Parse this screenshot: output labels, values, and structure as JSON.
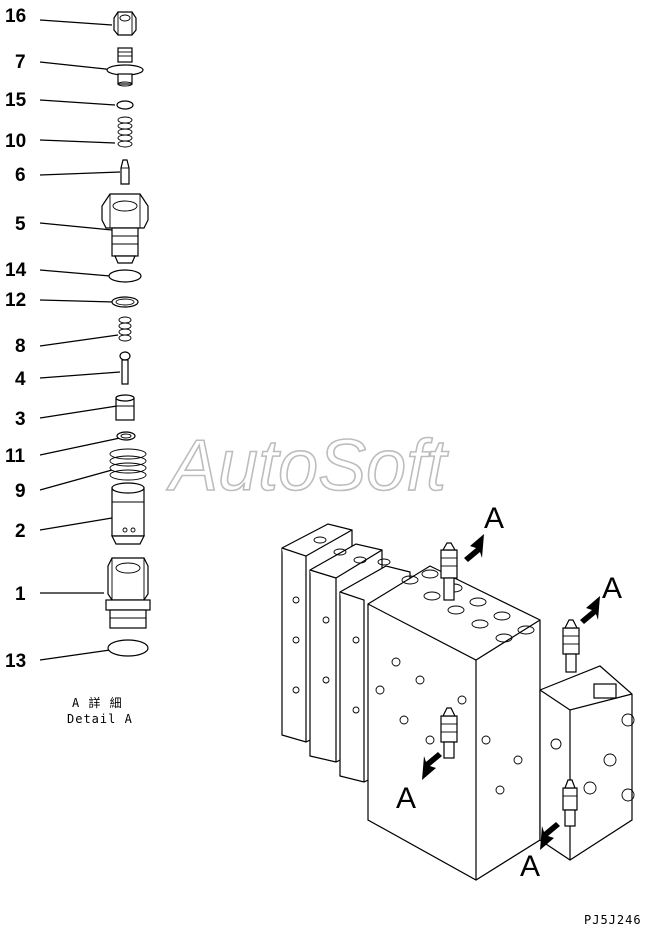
{
  "parts": [
    {
      "id": "16",
      "label": "16"
    },
    {
      "id": "7",
      "label": "7"
    },
    {
      "id": "15",
      "label": "15"
    },
    {
      "id": "10",
      "label": "10"
    },
    {
      "id": "6",
      "label": "6"
    },
    {
      "id": "5",
      "label": "5"
    },
    {
      "id": "14",
      "label": "14"
    },
    {
      "id": "12",
      "label": "12"
    },
    {
      "id": "8",
      "label": "8"
    },
    {
      "id": "4",
      "label": "4"
    },
    {
      "id": "3",
      "label": "3"
    },
    {
      "id": "11",
      "label": "11"
    },
    {
      "id": "9",
      "label": "9"
    },
    {
      "id": "2",
      "label": "2"
    },
    {
      "id": "1",
      "label": "1"
    },
    {
      "id": "13",
      "label": "13"
    }
  ],
  "caption": {
    "japanese": "A 詳 細",
    "english": "Detail A"
  },
  "view_label": "A",
  "watermark": "AutoSoft",
  "drawing_code": "PJ5J246"
}
